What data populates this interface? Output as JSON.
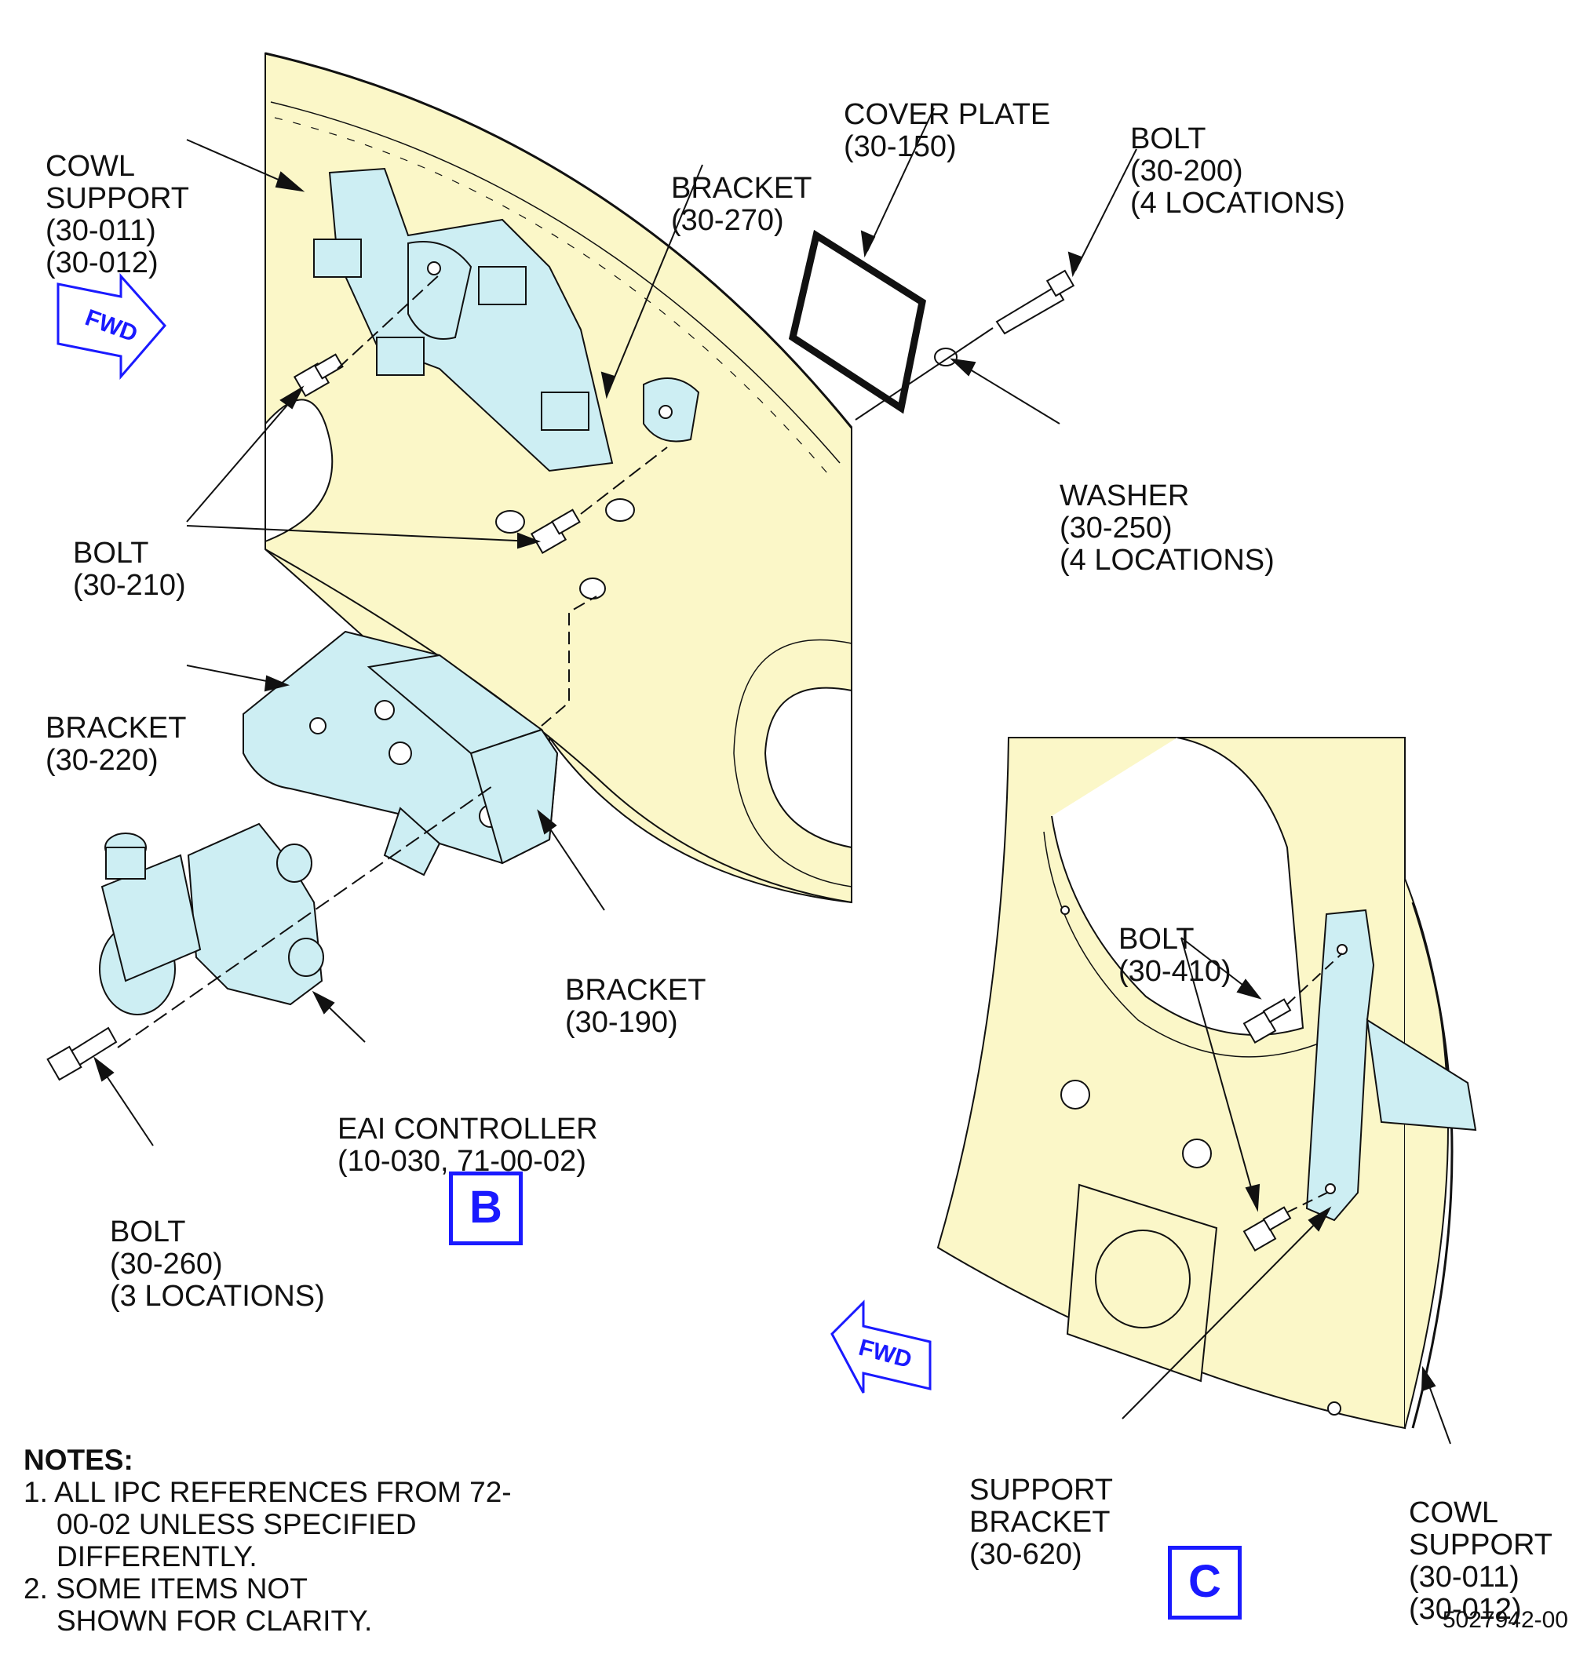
{
  "labels": {
    "cowl_support_b": [
      "COWL",
      "SUPPORT",
      "(30-011)",
      "(30-012)"
    ],
    "bracket_270": [
      "BRACKET",
      "(30-270)"
    ],
    "cover_plate": [
      "COVER PLATE",
      "(30-150)"
    ],
    "bolt_200": [
      "BOLT",
      "(30-200)",
      "(4 LOCATIONS)"
    ],
    "washer_250": [
      "WASHER",
      "(30-250)",
      "(4 LOCATIONS)"
    ],
    "bolt_210": [
      "BOLT",
      "(30-210)"
    ],
    "bracket_220": [
      "BRACKET",
      "(30-220)"
    ],
    "bracket_190": [
      "BRACKET",
      "(30-190)"
    ],
    "eai_controller": [
      "EAI CONTROLLER",
      "(10-030, 71-00-02)"
    ],
    "bolt_260": [
      "BOLT",
      "(30-260)",
      "(3 LOCATIONS)"
    ],
    "bolt_410": [
      "BOLT",
      "(30-410)"
    ],
    "support_bracket_620": [
      "SUPPORT",
      "BRACKET",
      "(30-620)"
    ],
    "cowl_support_c": [
      "COWL",
      "SUPPORT",
      "(30-011)",
      "(30-012)"
    ]
  },
  "fwd_label": "FWD",
  "views": {
    "b": "B",
    "c": "C"
  },
  "notes": {
    "heading": "NOTES:",
    "items": [
      "1. ALL IPC REFERENCES FROM 72-00-02 UNLESS SPECIFIED DIFFERENTLY.",
      "2. SOME ITEMS NOT SHOWN FOR CLARITY."
    ]
  },
  "doc_id": "5027942-00",
  "colors": {
    "panel": "#fbf7c8",
    "part": "#cdeef3",
    "accent": "#1a1aff",
    "line": "#111111"
  }
}
